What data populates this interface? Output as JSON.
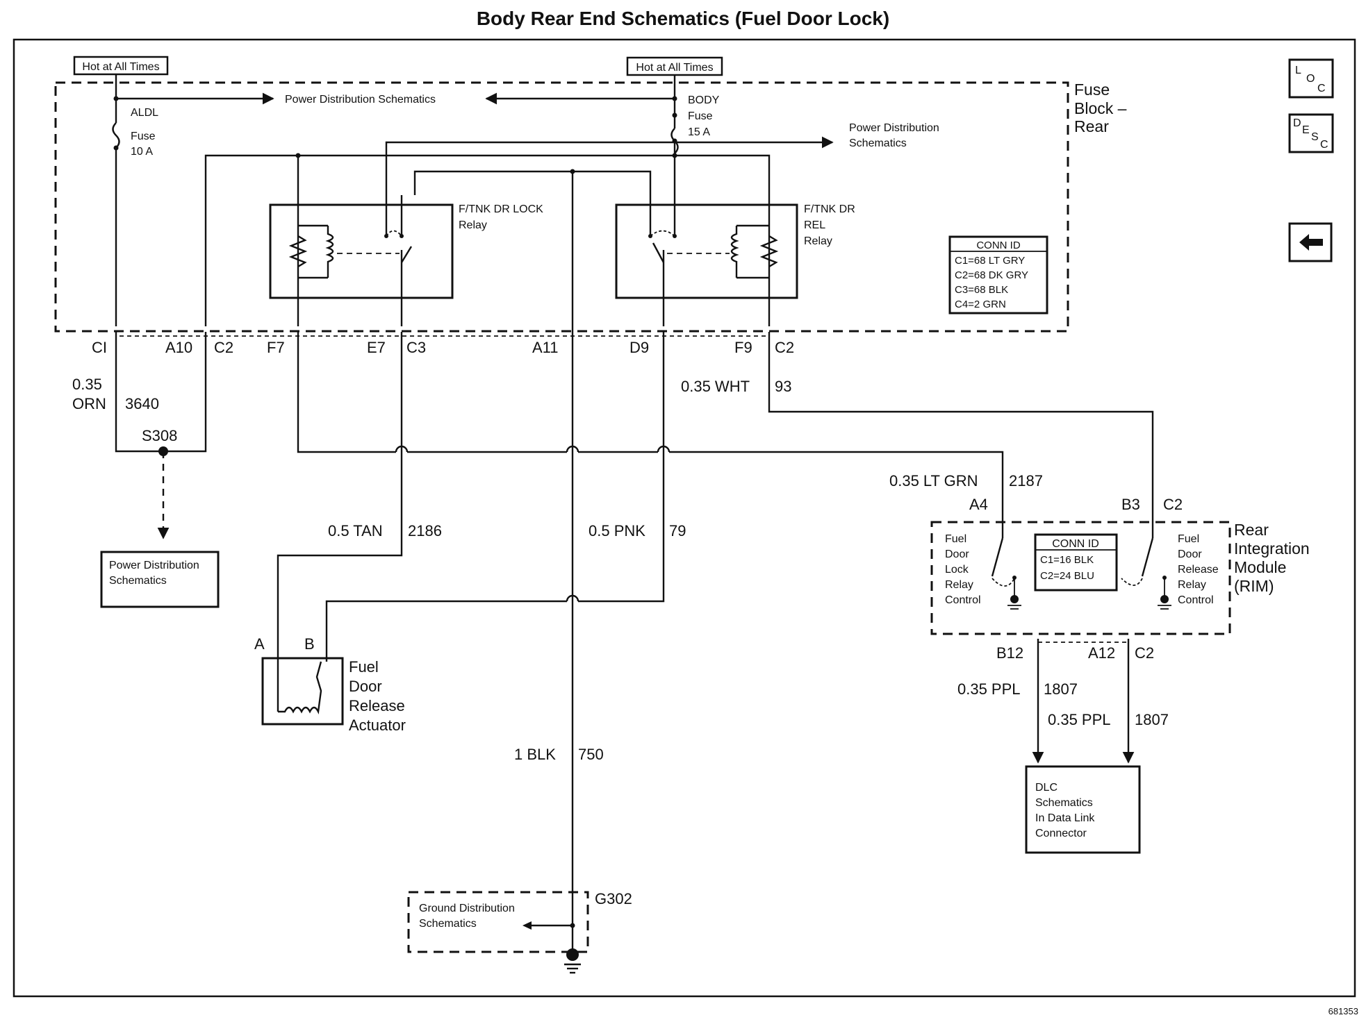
{
  "title": "Body Rear End Schematics (Fuel Door Lock)",
  "hot_labels": [
    "Hot at All Times",
    "Hot at All Times"
  ],
  "fuse_block": {
    "name_lines": [
      "Fuse",
      "Block –",
      "Rear"
    ],
    "aldl_fuse": [
      "ALDL",
      "Fuse",
      "10 A"
    ],
    "body_fuse": [
      "BODY",
      "Fuse",
      "15 A"
    ],
    "power_dist_center": "Power Distribution Schematics",
    "power_dist_right": [
      "Power Distribution",
      "Schematics"
    ],
    "lock_relay": [
      "F/TNK DR LOCK",
      "Relay"
    ],
    "rel_relay": [
      "F/TNK DR",
      "REL",
      "Relay"
    ],
    "conn_id": {
      "title": "CONN ID",
      "rows": [
        "C1=68 LT GRY",
        "C2=68 DK GRY",
        "C3=68 BLK",
        "C4=2 GRN"
      ]
    }
  },
  "pins": {
    "c1": "CI",
    "a10": "A10",
    "c2a": "C2",
    "f7": "F7",
    "e7": "E7",
    "c3": "C3",
    "a11": "A11",
    "d9": "D9",
    "f9": "F9",
    "c2b": "C2"
  },
  "wires": {
    "orn_gauge": "0.35",
    "orn_color": "ORN",
    "orn_circuit": "3640",
    "splice": "S308",
    "wht": "0.35 WHT",
    "wht_circuit": "93",
    "ltgrn": "0.35 LT GRN",
    "ltgrn_circuit": "2187",
    "tan": "0.5 TAN",
    "tan_circuit": "2186",
    "pnk": "0.5 PNK",
    "pnk_circuit": "79",
    "blk": "1 BLK",
    "blk_circuit": "750",
    "ppl1": "0.35 PPL",
    "ppl1_circuit": "1807",
    "ppl2": "0.35 PPL",
    "ppl2_circuit": "1807"
  },
  "power_dist_box": [
    "Power Distribution",
    "Schematics"
  ],
  "actuator": {
    "pin_a": "A",
    "pin_b": "B",
    "name": [
      "Fuel",
      "Door",
      "Release",
      "Actuator"
    ]
  },
  "ground": {
    "label": [
      "Ground Distribution",
      "Schematics"
    ],
    "id": "G302"
  },
  "rim": {
    "name": [
      "Rear",
      "Integration",
      "Module",
      "(RIM)"
    ],
    "pin_a4": "A4",
    "pin_b3": "B3",
    "pin_c2": "C2",
    "pin_b12": "B12",
    "pin_a12": "A12",
    "pin_c2b": "C2",
    "lock_ctrl": [
      "Fuel",
      "Door",
      "Lock",
      "Relay",
      "Control"
    ],
    "rel_ctrl": [
      "Fuel",
      "Door",
      "Release",
      "Relay",
      "Control"
    ],
    "conn_id": {
      "title": "CONN ID",
      "rows": [
        "C1=16 BLK",
        "C2=24 BLU"
      ]
    }
  },
  "dlc_box": [
    "DLC",
    "Schematics",
    "In Data Link",
    "Connector"
  ],
  "side_icons": {
    "loc": "LOC",
    "desc": "DESC",
    "back": "left-arrow-icon"
  },
  "figure_number": "681353"
}
